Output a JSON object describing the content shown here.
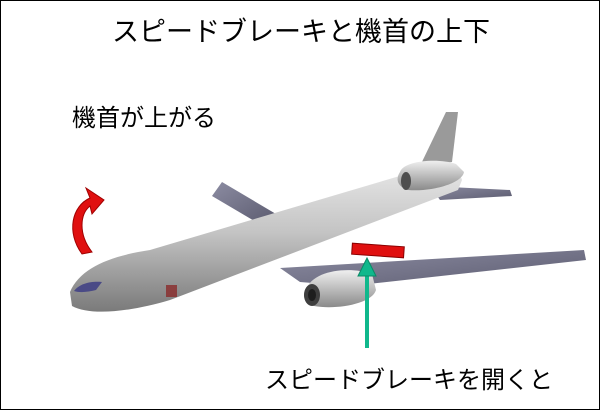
{
  "title": "スピードブレーキと機首の上下",
  "labels": {
    "nose_up": "機首が上がる",
    "open_speed_brake": "スピードブレーキを開くと"
  },
  "colors": {
    "pitch_arrow": "#e01010",
    "speed_brake": "#e01010",
    "pointer_arrow": "#10b88c",
    "fuselage": "#b9b9b9",
    "cockpit_window": "#4a4a86"
  }
}
